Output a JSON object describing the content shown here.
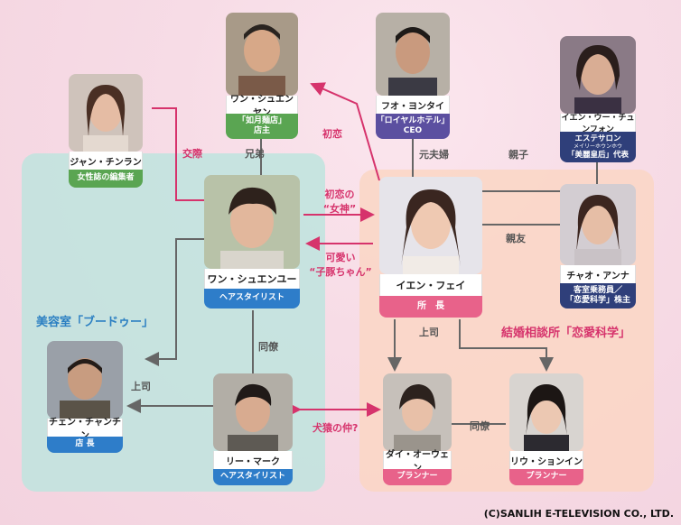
{
  "zones": {
    "salon": "美容室「ブードゥー」",
    "agency": "結婚相談所「恋愛科学」"
  },
  "people": {
    "wang_yanshen": {
      "name": "ワン・シュエンヤン",
      "role_line1": "「如月麺店」",
      "role_line2": "店主",
      "role_color": "#5aa552"
    },
    "huo": {
      "name": "フオ・ヨンタイ",
      "role_line1": "「ロイヤルホテル」",
      "role_line2": "CEO",
      "role_color": "#5b4fa0"
    },
    "yan_wu": {
      "name": "イエン・ウー・チュンフォン",
      "role_line1": "エステサロン",
      "role_small": "メイリーホウンホウ",
      "role_line2": "「美麗皇后」代表",
      "role_color": "#2f3f7a"
    },
    "jiang": {
      "name": "ジャン・チンラン",
      "role_line1": "女性誌の編集者",
      "role_color": "#5aa552"
    },
    "wang_yu": {
      "name": "ワン・シュエンユー",
      "role_line1": "ヘアスタイリスト",
      "role_color": "#2e7dc9"
    },
    "yan_fei": {
      "name": "イエン・フェイ",
      "role_line1": "所　長",
      "role_color": "#e8628a"
    },
    "zhao": {
      "name": "チャオ・アンナ",
      "role_line1": "客室乗務員／",
      "role_line2": "「恋愛科学」株主",
      "role_color": "#2f3f7a"
    },
    "chen": {
      "name": "チェン・チャンチン",
      "role_line1": "店 長",
      "role_color": "#2e7dc9"
    },
    "li": {
      "name": "リー・マーク",
      "role_line1": "ヘアスタイリスト",
      "role_color": "#2e7dc9"
    },
    "dai": {
      "name": "ダイ・オーウェン",
      "role_line1": "プランナー",
      "role_color": "#e8628a"
    },
    "liu": {
      "name": "リウ・ションイン",
      "role_line1": "プランナー",
      "role_color": "#e8628a"
    }
  },
  "relations": {
    "kosai": "交際",
    "kyodai": "兄弟",
    "hatsukoi": "初恋",
    "motofufu": "元夫婦",
    "oyako": "親子",
    "hatsukoi_megami_1": "初恋の",
    "hatsukoi_megami_2": "“女神”",
    "kawaii_1": "可愛い",
    "kawaii_2": "“子豚ちゃん”",
    "shinyu": "親友",
    "dorei_1": "同僚",
    "joshi_left": "上司",
    "joshi_right": "上司",
    "kenen": "犬猿の仲?",
    "dorei_2": "同僚"
  },
  "copyright": "(C)SANLIH E-TELEVISION CO., LTD."
}
